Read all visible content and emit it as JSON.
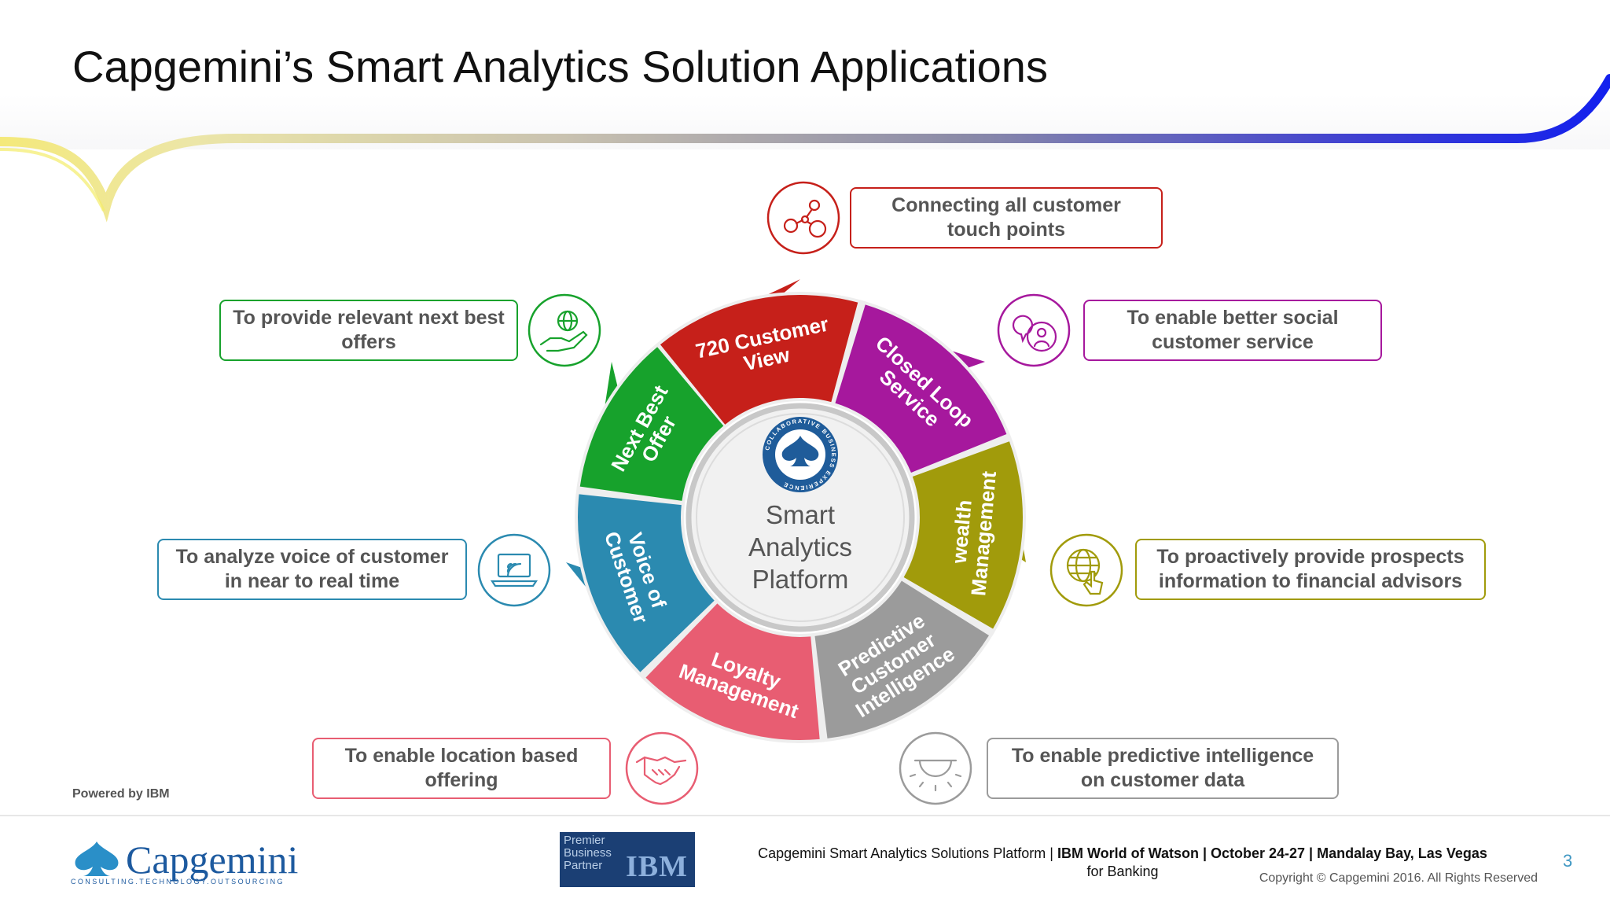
{
  "slide": {
    "title": "Capgemini’s Smart Analytics Solution Applications"
  },
  "hub": {
    "lines": [
      "Smart",
      "Analytics",
      "Platform"
    ],
    "emblem_text": "COLLABORATIVE BUSINESS EXPERIENCE",
    "colors": {
      "outer_ring": "#c8c8c8",
      "inner": "#f1f1f1",
      "text": "#555555",
      "emblem": "#1f5c9a"
    }
  },
  "segments": [
    {
      "id": "customer-view",
      "lines": [
        "720 Customer",
        "View"
      ],
      "color": "#c6201a",
      "callout": {
        "lines": [
          "Connecting all customer",
          "touch points"
        ],
        "icon": "network-nodes-icon"
      }
    },
    {
      "id": "closed-loop",
      "lines": [
        "Closed Loop",
        "Service"
      ],
      "color": "#a6189d",
      "callout": {
        "lines": [
          "To enable better social",
          "customer service"
        ],
        "icon": "chat-person-icon"
      }
    },
    {
      "id": "wealth",
      "lines": [
        "wealth",
        "Management"
      ],
      "color": "#a19b0b",
      "callout": {
        "lines": [
          "To proactively provide prospects",
          "information to financial advisors"
        ],
        "icon": "globe-touch-icon"
      }
    },
    {
      "id": "predictive",
      "lines": [
        "Predictive",
        "Customer",
        "Intelligence"
      ],
      "color": "#9b9b9b",
      "callout": {
        "lines": [
          "To enable predictive intelligence",
          "on customer data"
        ],
        "icon": "dome-light-icon"
      }
    },
    {
      "id": "loyalty",
      "lines": [
        "Loyalty",
        "Management"
      ],
      "color": "#e85d72",
      "callout": {
        "lines": [
          "To enable location based",
          "offering"
        ],
        "icon": "handshake-icon"
      }
    },
    {
      "id": "voice",
      "lines": [
        "Voice of",
        "Customer"
      ],
      "color": "#2b8ab0",
      "callout": {
        "lines": [
          "To analyze voice of customer",
          "in near to real time"
        ],
        "icon": "laptop-signal-icon"
      }
    },
    {
      "id": "next-best",
      "lines": [
        "Next Best",
        "Offer"
      ],
      "color": "#17a22c",
      "callout": {
        "lines": [
          "To provide relevant next best",
          "offers"
        ],
        "icon": "hand-globe-icon"
      }
    }
  ],
  "footer": {
    "powered_by": "Powered by IBM",
    "logo_name": "Capgemini",
    "logo_tagline": "CONSULTING.TECHNOLOGY.OUTSOURCING",
    "badge_lines": [
      "Premier",
      "Business",
      "Partner"
    ],
    "badge_brand": "IBM",
    "event_parts": [
      "Capgemini Smart Analytics Solutions Platform | ",
      "IBM World of Watson | October 24-27 | Mandalay Bay, Las Vegas"
    ],
    "event_line2": "for Banking",
    "copyright": "Copyright © Capgemini 2016. All Rights Reserved",
    "page_number": "3"
  }
}
